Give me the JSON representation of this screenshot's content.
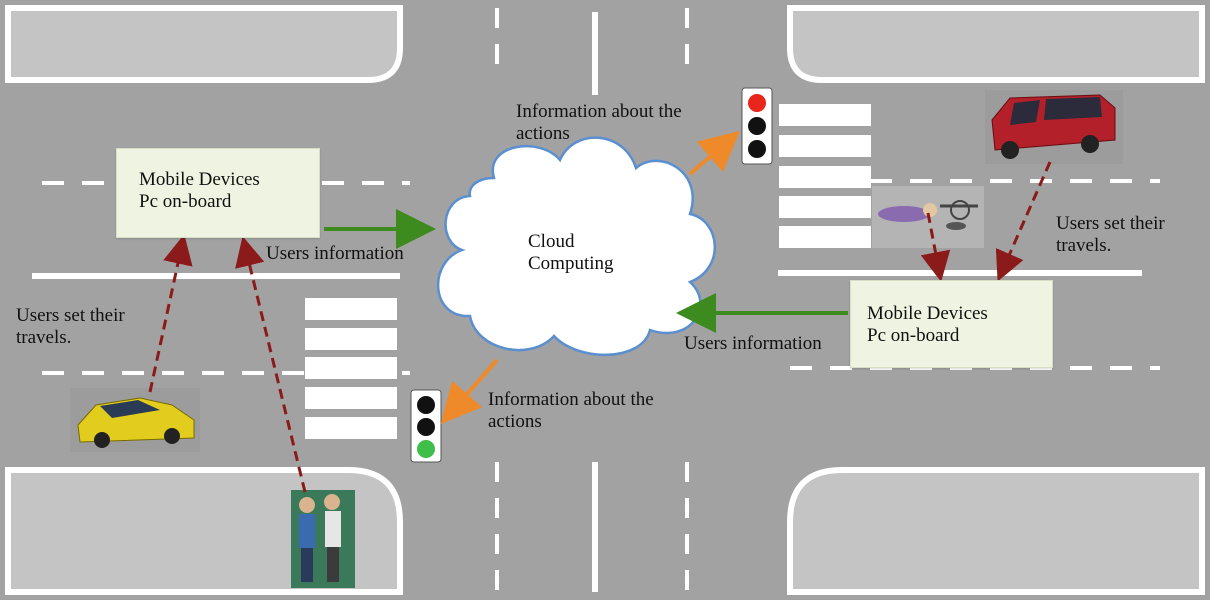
{
  "left_box": {
    "line1": "Mobile Devices",
    "line2": "Pc on-board"
  },
  "right_box": {
    "line1": "Mobile Devices",
    "line2": "Pc on-board"
  },
  "cloud": {
    "line1": "Cloud",
    "line2": "Computing"
  },
  "labels": {
    "users_info_left": "Users information",
    "users_info_right": "Users information",
    "info_actions_top_line1": "Information about the",
    "info_actions_top_line2": "actions",
    "info_actions_bottom_line1": "Information about the",
    "info_actions_bottom_line2": "actions",
    "users_set_left_line1": "Users set their",
    "users_set_left_line2": "travels.",
    "users_set_right_line1": "Users set their",
    "users_set_right_line2": "travels."
  },
  "colors": {
    "road": "#a2a2a2",
    "sidewalk": "#c4c4c4",
    "curb": "#ffffff",
    "green_arrow": "#3d8a1e",
    "orange_arrow": "#ee8a2a",
    "red_dash_arrow": "#8b1a1a",
    "cloud_stroke": "#5b8fcf",
    "traffic_light_red": "#e8261c",
    "traffic_light_green": "#3fbf4a"
  },
  "icons": {
    "top_traffic_light": "traffic-light-red-icon",
    "bottom_traffic_light": "traffic-light-green-icon",
    "taxi": "yellow-taxi-icon",
    "red_car": "red-car-icon",
    "cyclist": "cyclist-icon",
    "pedestrians": "pedestrians-icon",
    "cloud": "cloud-icon"
  }
}
